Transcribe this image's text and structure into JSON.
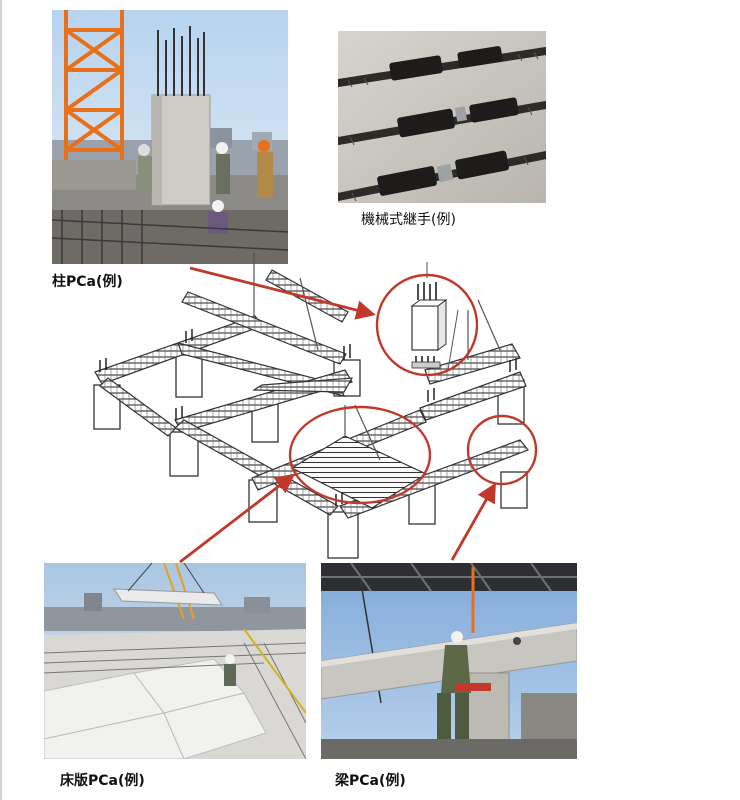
{
  "captions": {
    "column": "柱PCa(例)",
    "coupler": "機械式継手(例)",
    "slab": "床版PCa(例)",
    "beam": "梁PCa(例)"
  },
  "colors": {
    "callout": "#c0392b",
    "crane": "#e8701a",
    "sky": "#c8dcef",
    "concrete": "#c9c6c0"
  }
}
